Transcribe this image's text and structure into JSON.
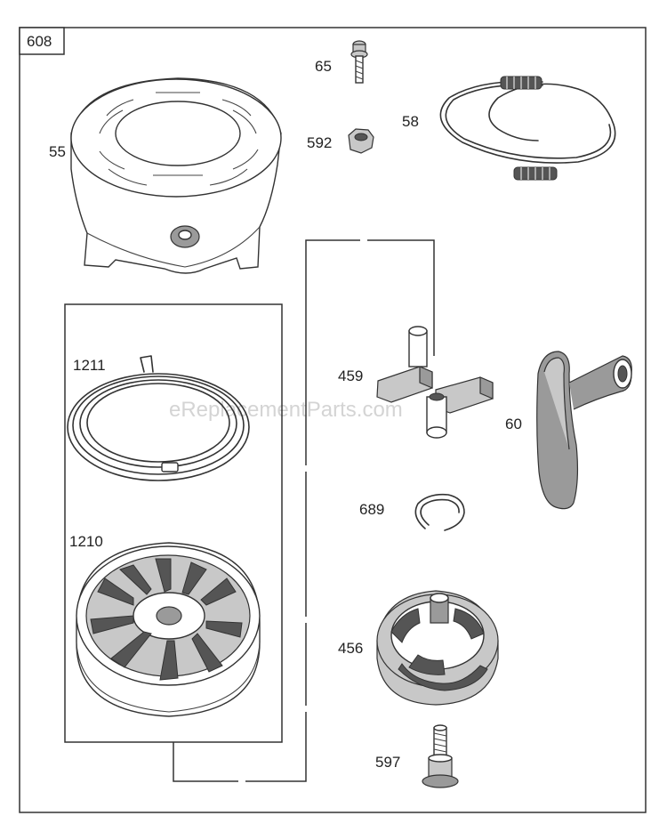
{
  "assembly_number": "608",
  "watermark": "eReplacementParts.com",
  "parts": [
    {
      "number": "55"
    },
    {
      "number": "65"
    },
    {
      "number": "592"
    },
    {
      "number": "58"
    },
    {
      "number": "1211"
    },
    {
      "number": "1210"
    },
    {
      "number": "459"
    },
    {
      "number": "60"
    },
    {
      "number": "689"
    },
    {
      "number": "456"
    },
    {
      "number": "597"
    }
  ]
}
